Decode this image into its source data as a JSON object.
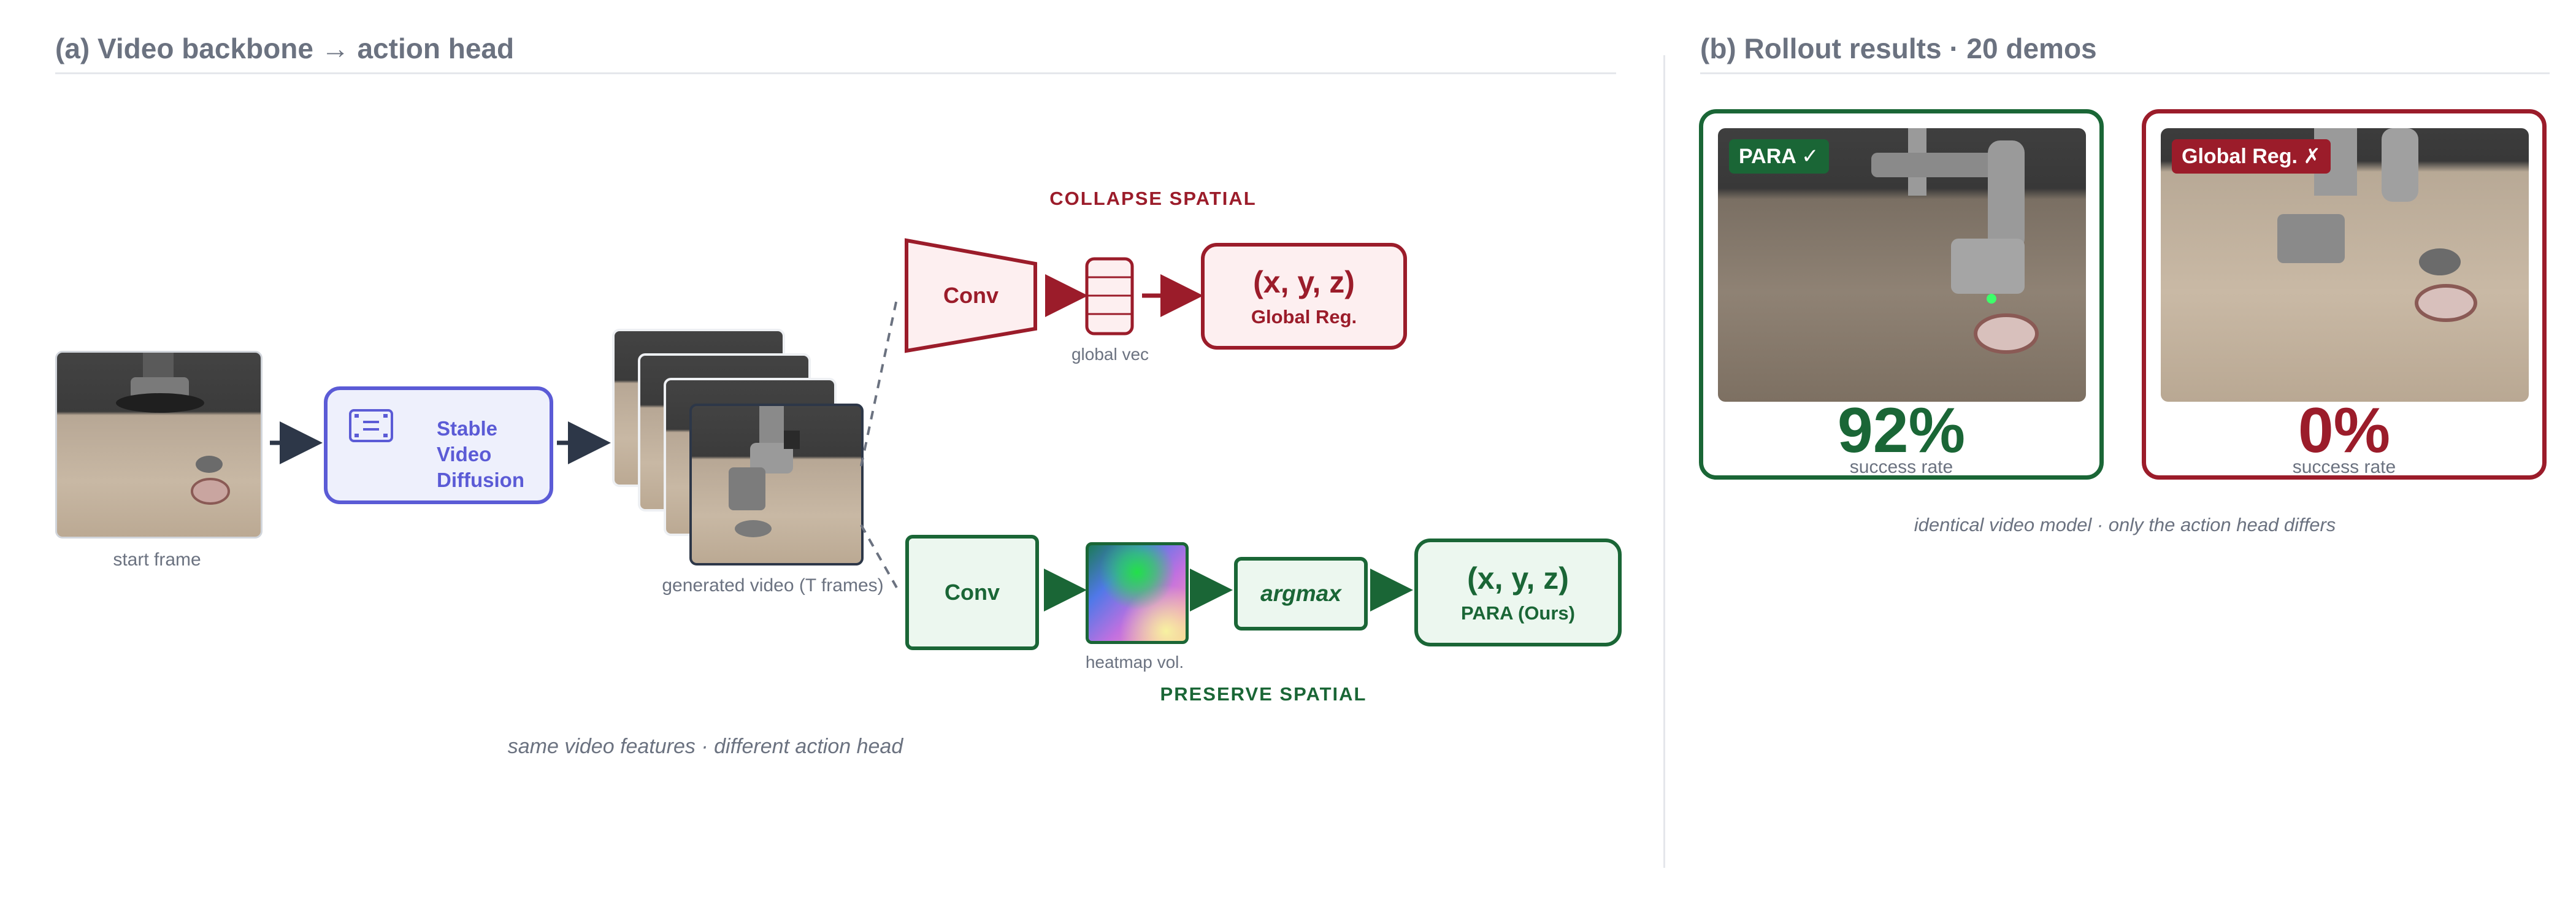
{
  "panel_a": {
    "title": "(a) Video backbone → action head",
    "start_frame_label": "start frame",
    "svd_label": "Stable Video Diffusion",
    "svd_lines": [
      "Stable",
      "Video",
      "Diffusion"
    ],
    "generated_label": "generated video (T frames)",
    "collapse_label": "COLLAPSE SPATIAL",
    "preserve_label": "PRESERVE SPATIAL",
    "conv_label": "Conv",
    "global_vec_label": "global vec",
    "heatmap_label": "heatmap vol.",
    "argmax_label": "argmax",
    "xyz_label": "(x, y, z)",
    "global_reg_label": "Global Reg.",
    "para_label": "PARA (Ours)",
    "footer": "same video features · different action head"
  },
  "panel_b": {
    "title": "(b) Rollout results · 20 demos",
    "cards": [
      {
        "badge": "PARA ✓",
        "value": "92%",
        "sub": "success rate"
      },
      {
        "badge": "Global Reg. ✗",
        "value": "0%",
        "sub": "success rate"
      }
    ],
    "footer": "identical video model · only the action head differs"
  },
  "colors": {
    "red": "#9b1c2a",
    "green": "#1a6636",
    "blue": "#5b5bd6",
    "arrow": "#2d3748"
  },
  "icons": [
    "film-icon"
  ]
}
